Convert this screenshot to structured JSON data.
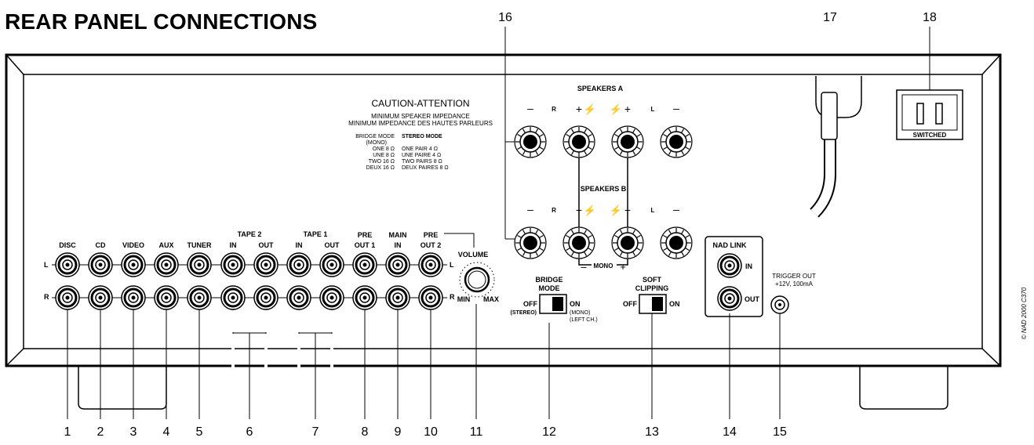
{
  "title": "REAR PANEL CONNECTIONS",
  "caution": {
    "heading": "CAUTION-ATTENTION",
    "line1": "MINIMUM SPEAKER IMPEDANCE",
    "line2": "MINIMUM IMPEDANCE DES HAUTES PARLEURS",
    "bridge_header": "BRIDGE MODE",
    "bridge_sub": "(MONO)",
    "stereo_header": "STEREO MODE",
    "bridge_rows": [
      "ONE 8 Ω",
      "UNE 8 Ω",
      "TWO 16 Ω",
      "DEUX 16 Ω"
    ],
    "stereo_rows": [
      "ONE PAIR 4 Ω",
      "UNE PAIRE 4 Ω",
      "TWO PAIRS 8 Ω",
      "DEUX PAIRES 8 Ω"
    ]
  },
  "speakers": {
    "a_label": "SPEAKERS A",
    "b_label": "SPEAKERS B",
    "minus": "–",
    "plus": "+",
    "r": "R",
    "l": "L",
    "mono": "MONO"
  },
  "inputs": {
    "row_l": "L",
    "row_r": "R",
    "labels": [
      "DISC",
      "CD",
      "VIDEO",
      "AUX",
      "TUNER"
    ],
    "tape2": "TAPE 2",
    "tape1": "TAPE 1",
    "in": "IN",
    "out": "OUT",
    "pre_out1": [
      "PRE",
      "OUT 1"
    ],
    "main_in": [
      "MAIN",
      "IN"
    ],
    "pre_out2": [
      "PRE",
      "OUT 2"
    ]
  },
  "volume": {
    "label": "VOLUME",
    "min": "MIN",
    "max": "MAX"
  },
  "bridge_mode": {
    "label1": "BRIDGE",
    "label2": "MODE",
    "off": "OFF",
    "on": "ON",
    "off_sub": "(STEREO)",
    "on_sub1": "(MONO)",
    "on_sub2": "(LEFT CH.)"
  },
  "soft_clipping": {
    "label1": "SOFT",
    "label2": "CLIPPING",
    "off": "OFF",
    "on": "ON"
  },
  "nad_link": {
    "label": "NAD LINK",
    "in": "IN",
    "out": "OUT"
  },
  "trigger": {
    "line1": "TRIGGER OUT",
    "line2": "+12V, 100mA"
  },
  "mains": {
    "switched": "SWITCHED"
  },
  "callouts": [
    "1",
    "2",
    "3",
    "4",
    "5",
    "6",
    "7",
    "8",
    "9",
    "10",
    "11",
    "12",
    "13",
    "14",
    "15",
    "16",
    "17",
    "18"
  ],
  "copyright": "© NAD 2000 C370"
}
